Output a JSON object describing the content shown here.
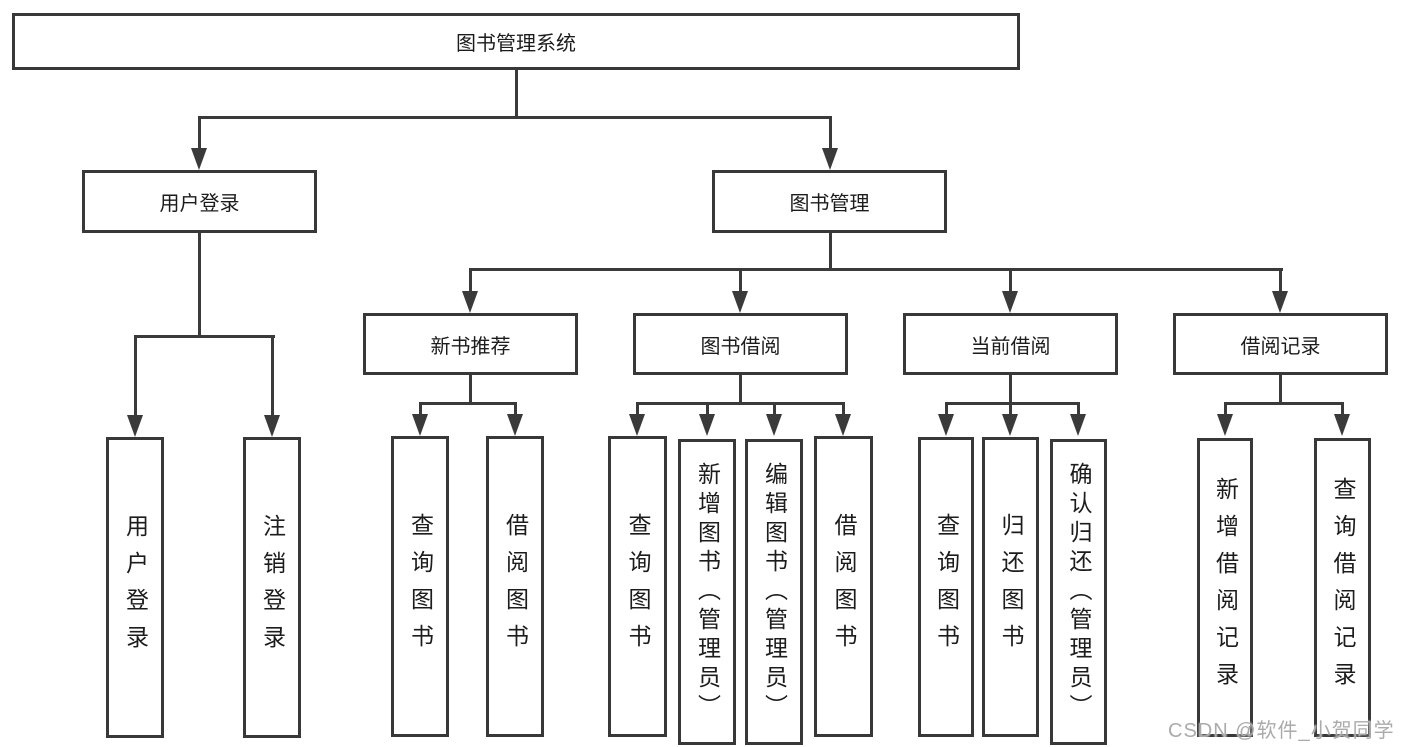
{
  "diagram_type": "hierarchy-tree",
  "watermark": "CSDN @软件_小贺同学",
  "colors": {
    "line": "#3a3a3a",
    "box_border": "#383838",
    "text": "#1c1c1c",
    "watermark": "#ababab",
    "background": "#ffffff"
  },
  "tree": {
    "label": "图书管理系统",
    "children": [
      {
        "label": "用户登录",
        "children": [
          {
            "label": "用户登录"
          },
          {
            "label": "注销登录"
          }
        ]
      },
      {
        "label": "图书管理",
        "children": [
          {
            "label": "新书推荐",
            "children": [
              {
                "label": "查询图书"
              },
              {
                "label": "借阅图书"
              }
            ]
          },
          {
            "label": "图书借阅",
            "children": [
              {
                "label": "查询图书"
              },
              {
                "label": "新增图书（管理员）"
              },
              {
                "label": "编辑图书（管理员）"
              },
              {
                "label": "借阅图书"
              }
            ]
          },
          {
            "label": "当前借阅",
            "children": [
              {
                "label": "查询图书"
              },
              {
                "label": "归还图书"
              },
              {
                "label": "确认归还（管理员）"
              }
            ]
          },
          {
            "label": "借阅记录",
            "children": [
              {
                "label": "新增借阅记录"
              },
              {
                "label": "查询借阅记录"
              }
            ]
          }
        ]
      }
    ]
  }
}
